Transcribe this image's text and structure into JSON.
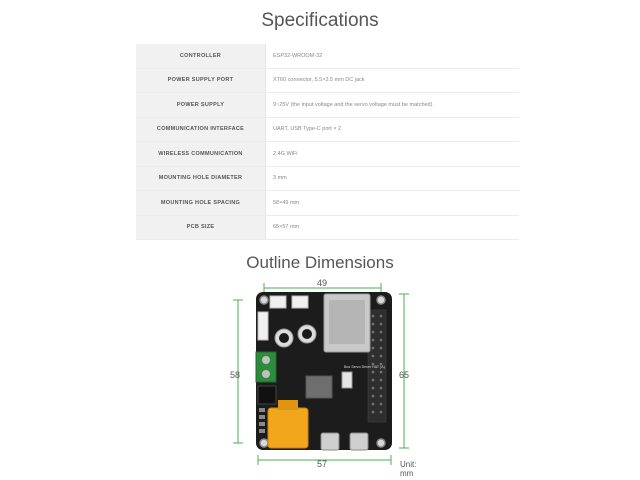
{
  "specs": {
    "title": "Specifications",
    "rows": [
      {
        "key": "CONTROLLER",
        "value": "ESP32-WROOM-32"
      },
      {
        "key": "POWER SUPPLY PORT",
        "value": "XT60 connector, 5.5×2.5 mm DC jack"
      },
      {
        "key": "POWER SUPPLY",
        "value": "9~25V (the input voltage and the servo voltage must be matched)"
      },
      {
        "key": "COMMUNICATION INTERFACE",
        "value": "UART, USB Type-C port × 2"
      },
      {
        "key": "WIRELESS COMMUNICATION",
        "value": "2.4G WiFi"
      },
      {
        "key": "MOUNTING HOLE DIAMETER",
        "value": "3 mm"
      },
      {
        "key": "MOUNTING HOLE SPACING",
        "value": "58×49 mm"
      },
      {
        "key": "PCB SIZE",
        "value": "65×57 mm"
      }
    ]
  },
  "outline": {
    "title": "Outline Dimensions",
    "dim_top": "49",
    "dim_left": "58",
    "dim_right": "65",
    "dim_bottom": "57",
    "unit": "Unit: mm",
    "board_label": "Bus Servo Driver HAT (A)"
  },
  "colors": {
    "dimension_line": "#4caf50",
    "pcb": "#1c1c1c",
    "connector": "#f2a61c"
  }
}
